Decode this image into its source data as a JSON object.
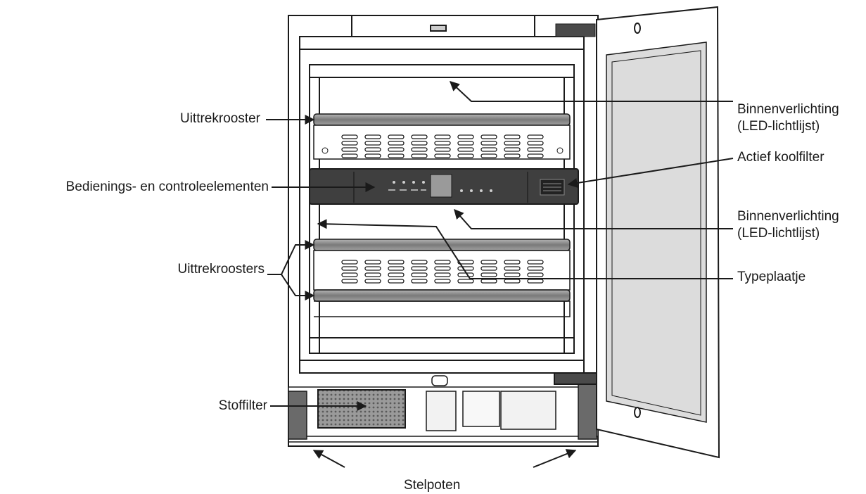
{
  "labels": {
    "uittrekrooster": "Uittrekrooster",
    "bediening": "Bedienings- en controleelementen",
    "uittrekroosters": "Uittrekroosters",
    "stoffilter": "Stoffilter",
    "binnenverlichting_top_line1": "Binnenverlichting",
    "binnenverlichting_top_line2": "(LED-lichtlijst)",
    "actief_koolfilter": "Actief koolfilter",
    "binnenverlichting_mid_line1": "Binnenverlichting",
    "binnenverlichting_mid_line2": "(LED-lichtlijst)",
    "typeplaatje": "Typeplaatje",
    "stelpoten": "Stelpoten"
  },
  "colors": {
    "line": "#1a1a1a",
    "panel": "#3a3a3a",
    "shelf": "#8a8a8a",
    "glass": "#dcdcdc"
  }
}
